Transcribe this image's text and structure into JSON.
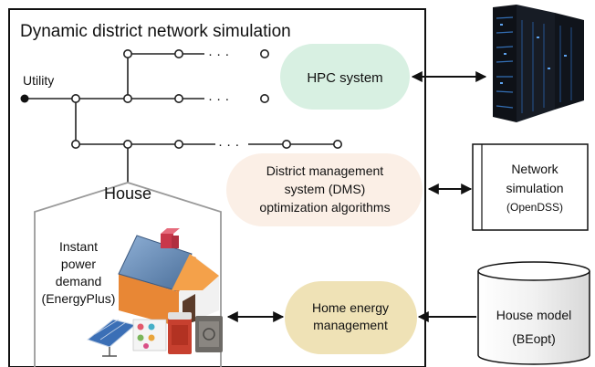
{
  "frame": {
    "title": "Dynamic district network simulation"
  },
  "network": {
    "utility_label": "Utility",
    "ellipsis": "· · ·"
  },
  "house": {
    "label": "House",
    "demand_lines": [
      "Instant",
      "power",
      "demand",
      "(EnergyPlus)"
    ]
  },
  "nodes": {
    "hpc": {
      "label": "HPC system",
      "color": "#d8f0e2"
    },
    "dms": {
      "lines": [
        "District management",
        "system (DMS)",
        "optimization algorithms"
      ],
      "color": "#fbefe6"
    },
    "hem": {
      "lines": [
        "Home energy",
        "management"
      ],
      "color": "#efe2b6"
    },
    "network_sim": {
      "lines": [
        "Network",
        "simulation"
      ],
      "sub": "(OpenDSS)"
    },
    "house_model": {
      "lines": [
        "House model",
        "(BEopt)"
      ]
    }
  },
  "colors": {
    "line": "#222222",
    "server_dark": "#12161e",
    "server_blue": "#3a7fd0"
  },
  "icons": [
    "server-rack-icon",
    "house-illustration-icon",
    "solar-panel-icon",
    "water-heater-icon",
    "appliance-icon"
  ]
}
